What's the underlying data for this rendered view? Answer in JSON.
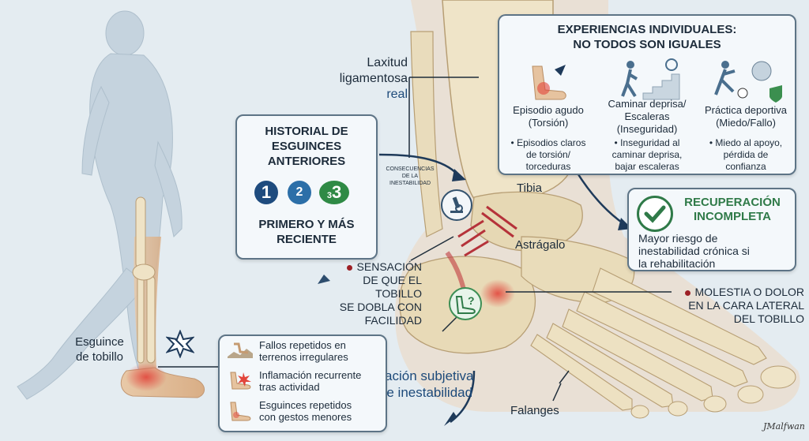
{
  "history": {
    "title_line1": "HISTORIAL DE",
    "title_line2": "ESGUINCES",
    "title_line3": "ANTERIORES",
    "num1": "1",
    "num2": "2",
    "num3a": "3",
    "num3b": "3",
    "footer_line1": "PRIMERO Y MÁS",
    "footer_line2": "RECIENTE"
  },
  "consequences": {
    "line1": "CONSECUENCIAS",
    "line2": "DE LA",
    "line3": "INESTABILIDAD"
  },
  "laxity": {
    "line1": "Laxitud",
    "line2": "ligamentosa",
    "line3": "real"
  },
  "experiences": {
    "title_line1": "EXPERIENCIAS INDIVIDUALES:",
    "title_line2": "NO TODOS SON IGUALES",
    "cols": [
      {
        "head1": "Episodio agudo",
        "head2": "(Torsión)",
        "b1": "Episodios claros",
        "b2": "de torsión/",
        "b3": "torceduras",
        "b4": ""
      },
      {
        "head1": "Caminar deprisa/",
        "head2": "Escaleras",
        "head3": "(Inseguridad)",
        "b1": "Inseguridad al",
        "b2": "caminar deprisa,",
        "b3": "bajar escaleras",
        "b4": ""
      },
      {
        "head1": "Práctica deportiva",
        "head2": "(Miedo/Fallo)",
        "b1": "Miedo al apoyo,",
        "b2": "pérdida de",
        "b3": "confianza",
        "b4": ""
      }
    ]
  },
  "recovery": {
    "title_line1": "RECUPERACIÓN",
    "title_line2": "INCOMPLETA",
    "text_line1": "Mayor riesgo de",
    "text_line2": "inestabilidad crónica si",
    "text_line3": "la rehabilitación"
  },
  "anatomy": {
    "tibia": "Tibia",
    "talus": "Astrágalo",
    "phalanges": "Falanges"
  },
  "sensation": {
    "line1": "SENSACIÓN",
    "line2": "DE QUE EL",
    "line3": "TOBILLO",
    "line4": "SE DOBLA CON",
    "line5": "FACILIDAD"
  },
  "pain": {
    "line1": "MOLESTIA O DOLOR",
    "line2": "EN LA CARA LATERAL",
    "line3": "DEL TOBILLO"
  },
  "subjective": {
    "line1": "sación subjetiva",
    "line2": "de inestabilidad"
  },
  "sprain": {
    "line1": "Esguince",
    "line2": "de tobillo"
  },
  "symptoms": {
    "items": [
      {
        "l1": "Fallos repetidos en",
        "l2": "terrenos irregulares"
      },
      {
        "l1": "Inflamación recurrente",
        "l2": "tras actividad"
      },
      {
        "l1": "Esguinces repetidos",
        "l2": "con gestos menores"
      }
    ]
  },
  "signature": "JMalfwan",
  "colors": {
    "accent_red": "#9d2026",
    "recovery_green": "#2f7a48",
    "panel_border": "#5d7486",
    "num_blue": "#1e4b7e",
    "num_green": "#2f8a45"
  }
}
